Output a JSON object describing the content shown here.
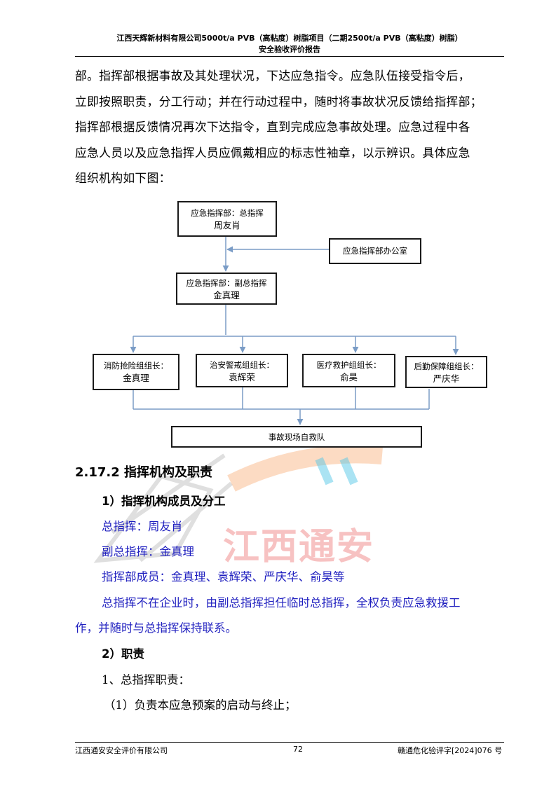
{
  "header": {
    "line1": "江西天辉新材料有限公司5000t/a PVB（高粘度）树脂项目（二期2500t/a PVB（高粘度）树脂）",
    "line2": "安全验收评价报告"
  },
  "intro_lines": [
    "部。指挥部根据事故及其处理状况，下达应急指令。应急队伍接受指令后，",
    "立即按照职责，分工行动；并在行动过程中，随时将事故状况反馈给指挥部；",
    "指挥部根据反馈情况再次下达指令，直到完成应急事故处理。应急过程中各",
    "应急人员以及应急指挥人员应佩戴相应的标志性袖章，以示辨识。具体应急",
    "组织机构如下图："
  ],
  "org_chart": {
    "commander": {
      "title": "应急指挥部：总指挥",
      "name": "周友肖"
    },
    "office": "应急指挥部办公室",
    "deputy": {
      "title": "应急指挥部：副总指挥",
      "name": "金真理"
    },
    "groups": [
      {
        "title": "消防抢险组组长：",
        "name": "金真理"
      },
      {
        "title": "治安警戒组组长：",
        "name": "袁辉荣"
      },
      {
        "title": "医疗救护组组长：",
        "name": "俞昊"
      },
      {
        "title": "后勤保障组组长：",
        "name": "严庆华"
      }
    ],
    "rescue_team": "事故现场自救队"
  },
  "section_title": "2.17.2 指挥机构及职责",
  "sub1_title": "1）指挥机构成员及分工",
  "members": {
    "commander": "总指挥：周友肖",
    "deputy": "副总指挥：金真理",
    "members": "指挥部成员：金真理、袁辉荣、严庆华、俞昊等",
    "note_line1": "总指挥不在企业时，由副总指挥担任临时总指挥，全权负责应急救援工",
    "note_line2": "作，并随时与总指挥保持联系。"
  },
  "sub2_title": "2）职责",
  "duty_title": "1、总指挥职责：",
  "duty_item1": "（1）负责本应急预案的启动与终止；",
  "watermark": "江西通安",
  "footer": {
    "company": "江西通安安全评价有限公司",
    "page": "72",
    "code": "赣通危化验评字[2024]076 号"
  },
  "colors": {
    "blue_text": "#1f1fbf",
    "watermark_red": "#e84545",
    "watermark_orange": "#f4a460",
    "watermark_cyan": "#55c8e8"
  }
}
